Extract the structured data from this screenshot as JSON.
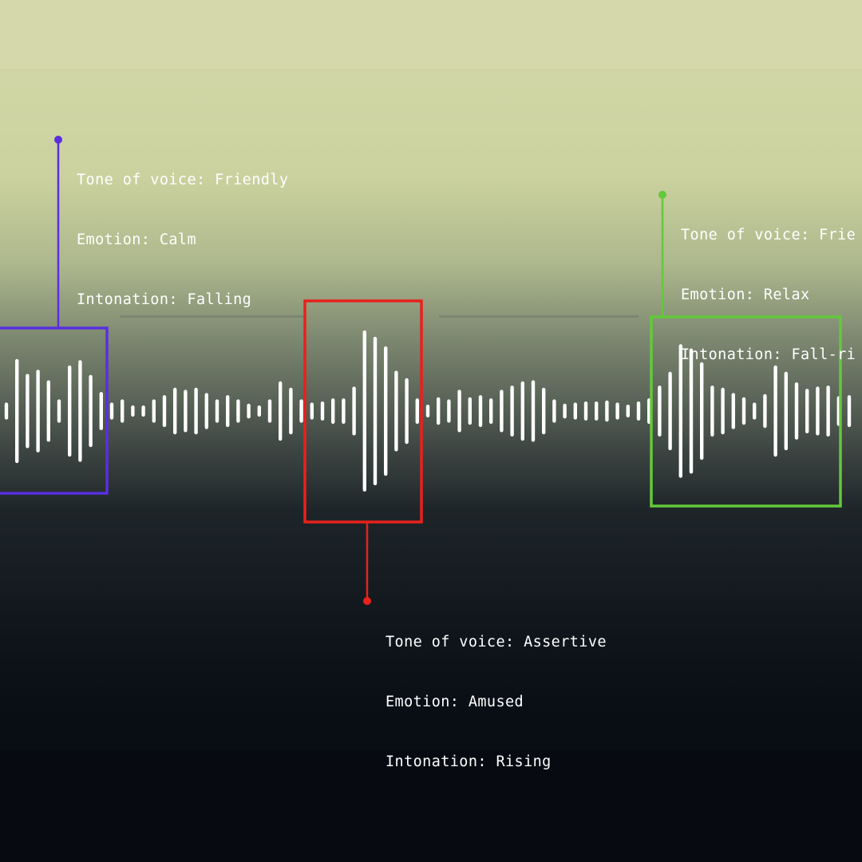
{
  "colors": {
    "purple": "#5a2fe0",
    "red": "#e8211c",
    "green": "#62c93a",
    "bar": "#ffffff"
  },
  "waveform": {
    "amplitudes": [
      0.16,
      0.98,
      0.7,
      0.78,
      0.58,
      0.22,
      0.86,
      0.96,
      0.68,
      0.36,
      0.16,
      0.22,
      0.1,
      0.08,
      0.22,
      0.3,
      0.44,
      0.4,
      0.44,
      0.34,
      0.22,
      0.3,
      0.22,
      0.14,
      0.1,
      0.22,
      0.56,
      0.44,
      0.22,
      0.16,
      0.18,
      0.24,
      0.24,
      0.46,
      1.52,
      1.4,
      1.22,
      0.76,
      0.62,
      0.24,
      0.12,
      0.26,
      0.22,
      0.4,
      0.26,
      0.3,
      0.24,
      0.4,
      0.48,
      0.56,
      0.58,
      0.44,
      0.22,
      0.14,
      0.16,
      0.18,
      0.18,
      0.2,
      0.16,
      0.12,
      0.18,
      0.24,
      0.48,
      0.74,
      1.26,
      1.18,
      0.92,
      0.48,
      0.44,
      0.34,
      0.26,
      0.16,
      0.32,
      0.86,
      0.74,
      0.54,
      0.42,
      0.46,
      0.48,
      0.28,
      0.3
    ]
  },
  "annotations": [
    {
      "tone_of_voice": "Tone of voice: Friendly",
      "emotion": "Emotion: Calm",
      "intonation": "Intonation: Falling"
    },
    {
      "tone_of_voice": "Tone of voice: Assertive",
      "emotion": "Emotion: Amused",
      "intonation": "Intonation: Rising"
    },
    {
      "tone_of_voice": "Tone of voice: Frie",
      "emotion": "Emotion: Relax",
      "intonation": "Intonation: Fall-ri"
    }
  ]
}
